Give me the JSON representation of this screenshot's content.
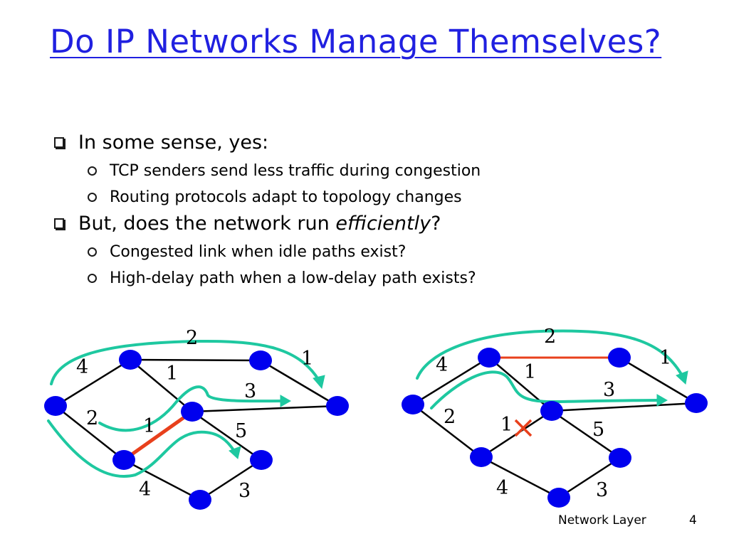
{
  "slide": {
    "title": "Do IP Networks Manage Themselves?",
    "bullets": [
      {
        "text": "In some sense, yes:",
        "sub": [
          "TCP senders send less traffic during congestion",
          "Routing protocols adapt to topology changes"
        ]
      },
      {
        "text_before": "But, does the network run ",
        "text_emphasis": "efficiently",
        "text_after": "?",
        "sub": [
          "Congested link when idle paths exist?",
          "High-delay path when a low-delay path exists?"
        ]
      }
    ],
    "footer_label": "Network Layer",
    "page_number": "4"
  },
  "diagrams": {
    "left_weights": [
      "2",
      "4",
      "1",
      "1",
      "3",
      "2",
      "1",
      "5",
      "4",
      "3"
    ],
    "right_weights": [
      "2",
      "4",
      "1",
      "1",
      "3",
      "2",
      "1",
      "5",
      "4",
      "3"
    ]
  },
  "colors": {
    "title": "#2020e0",
    "node": "#0000ee",
    "link": "#000000",
    "congested_link": "#e8401c",
    "flow_arrow": "#1ec8a0"
  }
}
